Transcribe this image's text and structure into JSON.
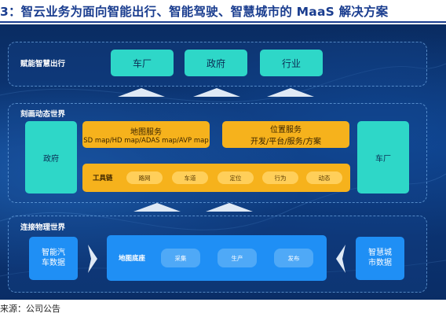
{
  "heading": "3：智云业务为面向智能出行、智能驾驶、智慧城市的 MaaS 解决方案",
  "source": "来源：公司公告",
  "top_layer": {
    "title": "赋能智慧出行",
    "boxes": [
      "车厂",
      "政府",
      "行业"
    ]
  },
  "middle_layer": {
    "title": "刻画动态世界",
    "left": "政府",
    "right": "车厂",
    "map_service": {
      "title": "地图服务",
      "subtitle": "SD map/HD map/ADAS map/AVP map"
    },
    "location_service": {
      "title": "位置服务",
      "subtitle": "开发/平台/服务/方案"
    },
    "toolchain": {
      "label": "工具链",
      "chips": [
        "路网",
        "车道",
        "定位",
        "行为",
        "动态"
      ]
    }
  },
  "bottom_layer": {
    "title": "连接物理世界",
    "left": "智能汽\n车数据",
    "right": "智慧城\n市数据",
    "base": {
      "label": "地图底座",
      "chips": [
        "采集",
        "生产",
        "发布"
      ]
    }
  },
  "colors": {
    "teal": "#2ed7c8",
    "orange": "#f6b21c",
    "blue": "#1f8ff5",
    "background": "#0d3a7e",
    "heading": "#1a3d8f"
  }
}
